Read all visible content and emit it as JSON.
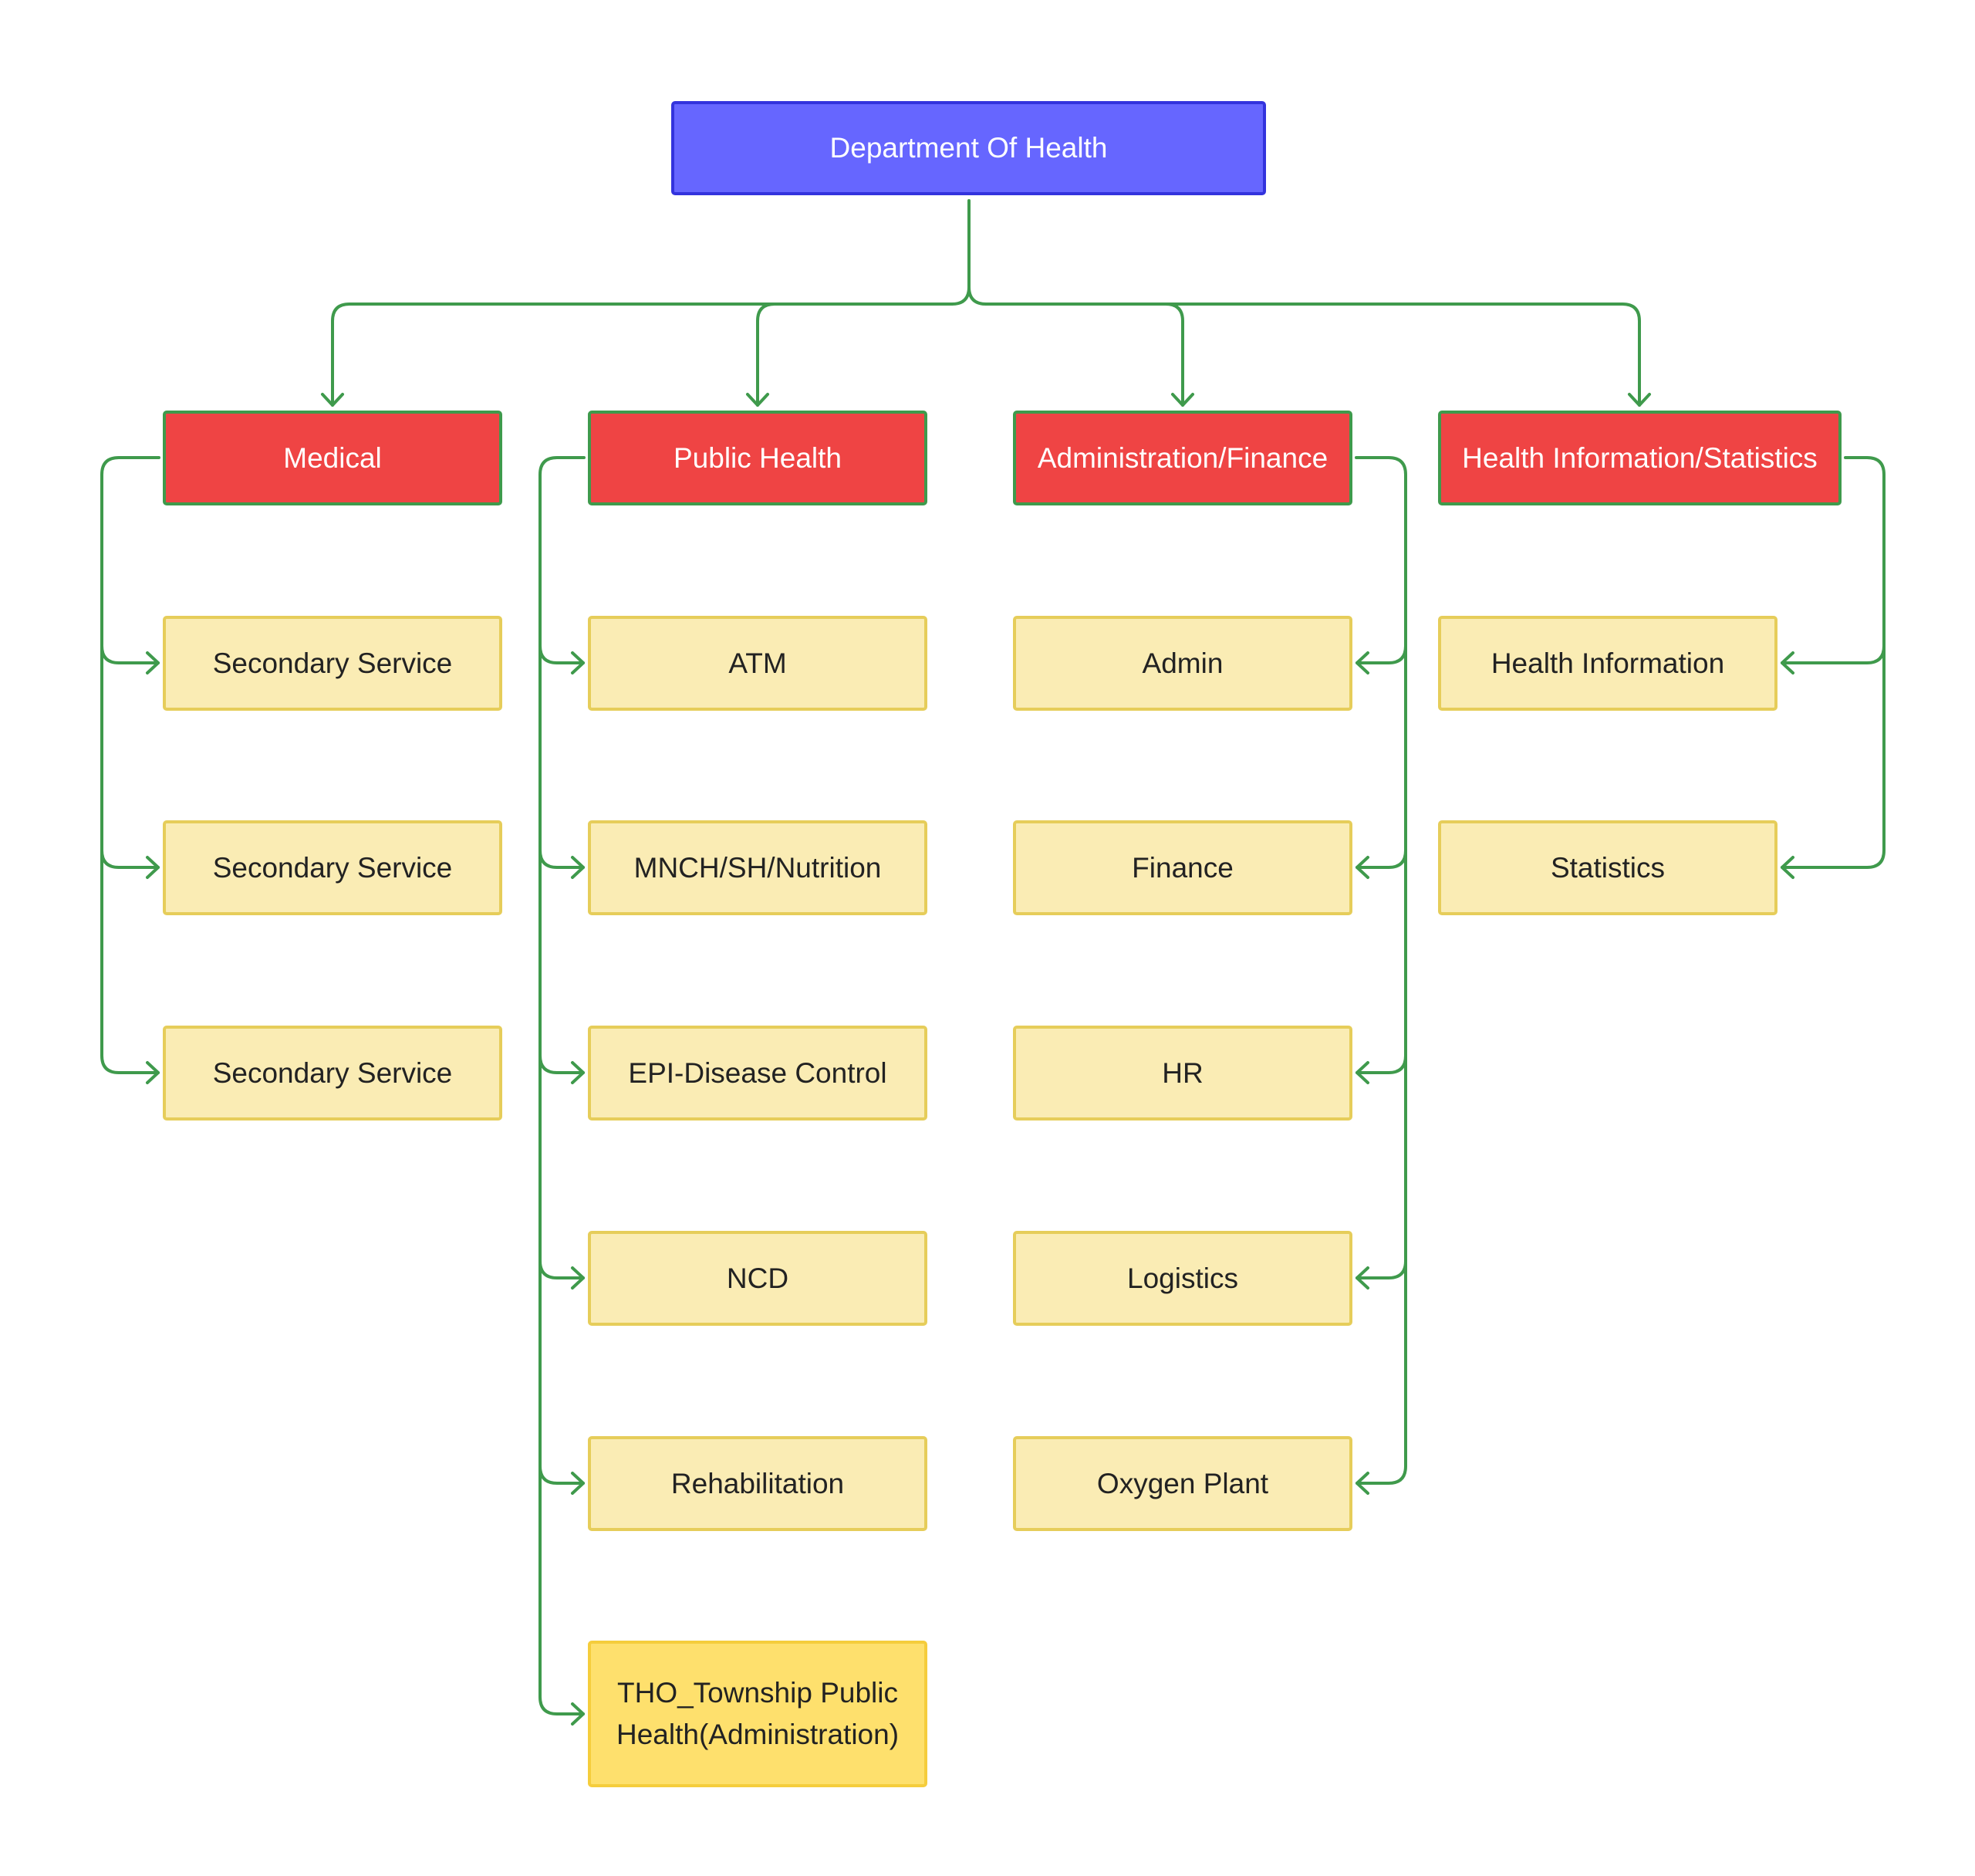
{
  "colors": {
    "root_fill": "#6666ff",
    "root_border": "#3333dd",
    "department_fill": "#ef4444",
    "department_border": "#3f9a4c",
    "unit_fill": "#faecb4",
    "unit_border": "#e6cd5a",
    "highlight_fill": "#fee06d",
    "connector": "#3f9a4c"
  },
  "root": {
    "label": "Department Of Health"
  },
  "departments": [
    {
      "label": "Medical",
      "units": [
        "Secondary Service",
        "Secondary Service",
        "Secondary Service"
      ]
    },
    {
      "label": "Public Health",
      "units": [
        "ATM",
        "MNCH/SH/Nutrition",
        "EPI-Disease Control",
        "NCD",
        "Rehabilitation",
        "THO_Township Public Health(Administration)"
      ]
    },
    {
      "label": "Administration/Finance",
      "units": [
        "Admin",
        "Finance",
        "HR",
        "Logistics",
        "Oxygen Plant"
      ]
    },
    {
      "label": "Health Information/Statistics",
      "units": [
        "Health Information",
        "Statistics"
      ]
    }
  ]
}
